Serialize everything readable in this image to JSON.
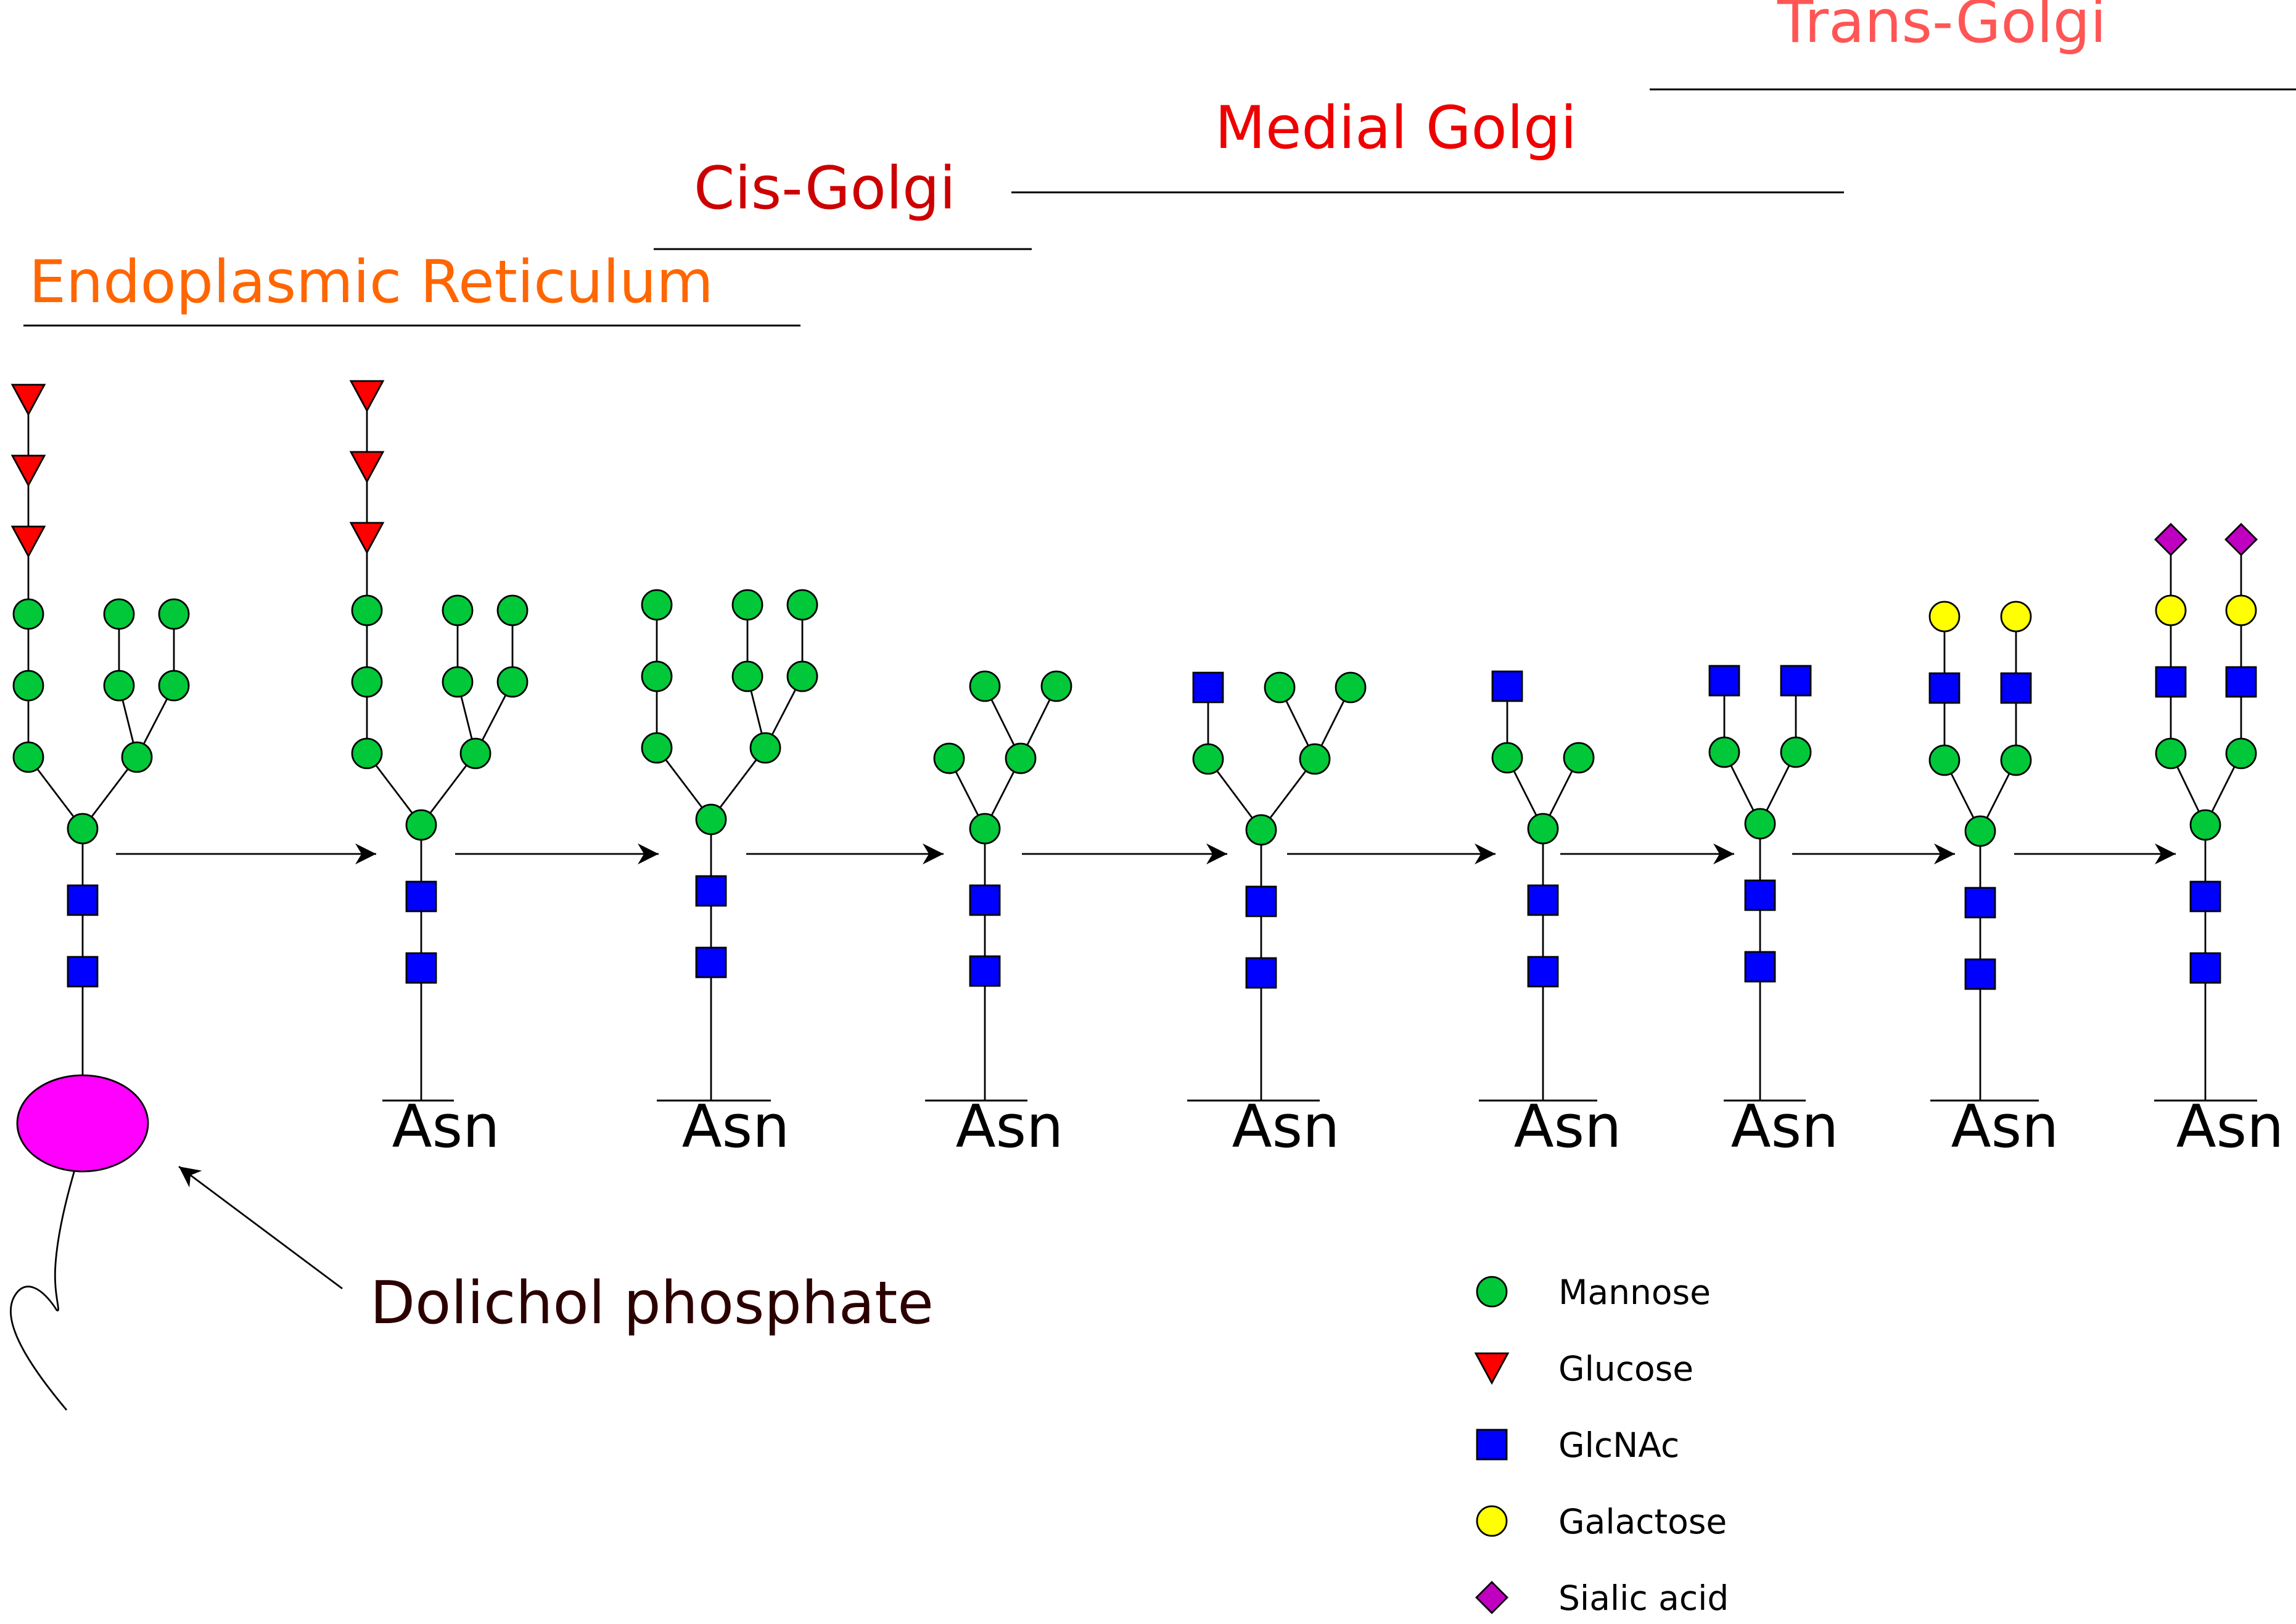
{
  "colors": {
    "mannose": "#00c838",
    "glucose": "#ff0000",
    "glcnac": "#0000ff",
    "galactose": "#ffff00",
    "sialic_acid": "#c000c0",
    "dolichol_phosphate": "#ff00ff",
    "er_title": "#ff6600",
    "cis_title": "#cc0000",
    "medial_title": "#ee0000",
    "trans_title": "#ff5555"
  },
  "regions": {
    "er": "Endoplasmic Reticulum",
    "cis": "Cis-Golgi",
    "medial": "Medial Golgi",
    "trans": "Trans-Golgi"
  },
  "anchor_label": "Asn",
  "dolichol_label": "Dolichol phosphate",
  "legend": [
    {
      "label": "Mannose",
      "symbol": "circle",
      "color": "#00c838"
    },
    {
      "label": "Glucose",
      "symbol": "triangle",
      "color": "#ff0000"
    },
    {
      "label": "GlcNAc",
      "symbol": "square",
      "color": "#0000ff"
    },
    {
      "label": "Galactose",
      "symbol": "circle",
      "color": "#ffff00"
    },
    {
      "label": "Sialic acid",
      "symbol": "diamond",
      "color": "#c000c0"
    }
  ],
  "glycan_steps": [
    {
      "stage": 1,
      "anchor": "dolichol phosphate",
      "composition": "Glc3 Man9 GlcNAc2"
    },
    {
      "stage": 2,
      "anchor": "Asn",
      "composition": "Glc3 Man9 GlcNAc2"
    },
    {
      "stage": 3,
      "anchor": "Asn",
      "composition": "Man9 GlcNAc2"
    },
    {
      "stage": 4,
      "anchor": "Asn",
      "composition": "Man5 GlcNAc2"
    },
    {
      "stage": 5,
      "anchor": "Asn",
      "composition": "GlcNAc1 Man5 GlcNAc2"
    },
    {
      "stage": 6,
      "anchor": "Asn",
      "composition": "GlcNAc1 Man3 GlcNAc2"
    },
    {
      "stage": 7,
      "anchor": "Asn",
      "composition": "GlcNAc2 Man3 GlcNAc2"
    },
    {
      "stage": 8,
      "anchor": "Asn",
      "composition": "Gal2 GlcNAc2 Man3 GlcNAc2"
    },
    {
      "stage": 9,
      "anchor": "Asn",
      "composition": "Sia2 Gal2 GlcNAc2 Man3 GlcNAc2"
    }
  ]
}
